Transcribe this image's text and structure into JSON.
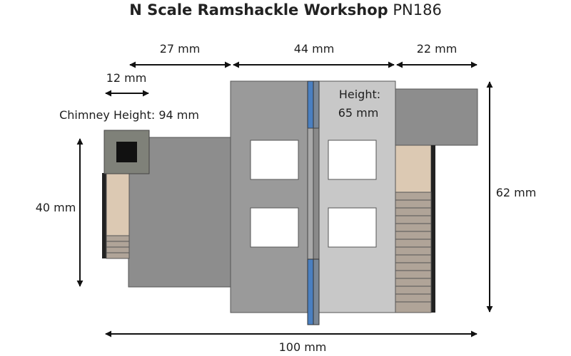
{
  "title": {
    "name": "N Scale Ramshackle Workshop",
    "part_number": "PN186"
  },
  "dimensions": {
    "left_width": "27 mm",
    "middle_width": "44 mm",
    "right_width": "22 mm",
    "chimney_width": "12 mm",
    "chimney_height": "Chimney Height: 94 mm",
    "height_line1": "Height:",
    "height_line2": "65 mm",
    "left_height": "40 mm",
    "right_height": "62 mm",
    "total_width": "100 mm"
  },
  "colors": {
    "mid_grey": "#9a9a9a",
    "light_grey": "#c8c8c8",
    "dark_grey": "#8a8a8a",
    "blue": "#4a7fc0",
    "tan": "#dcc9b3",
    "window": "#ffffff",
    "outline": "#555555"
  }
}
